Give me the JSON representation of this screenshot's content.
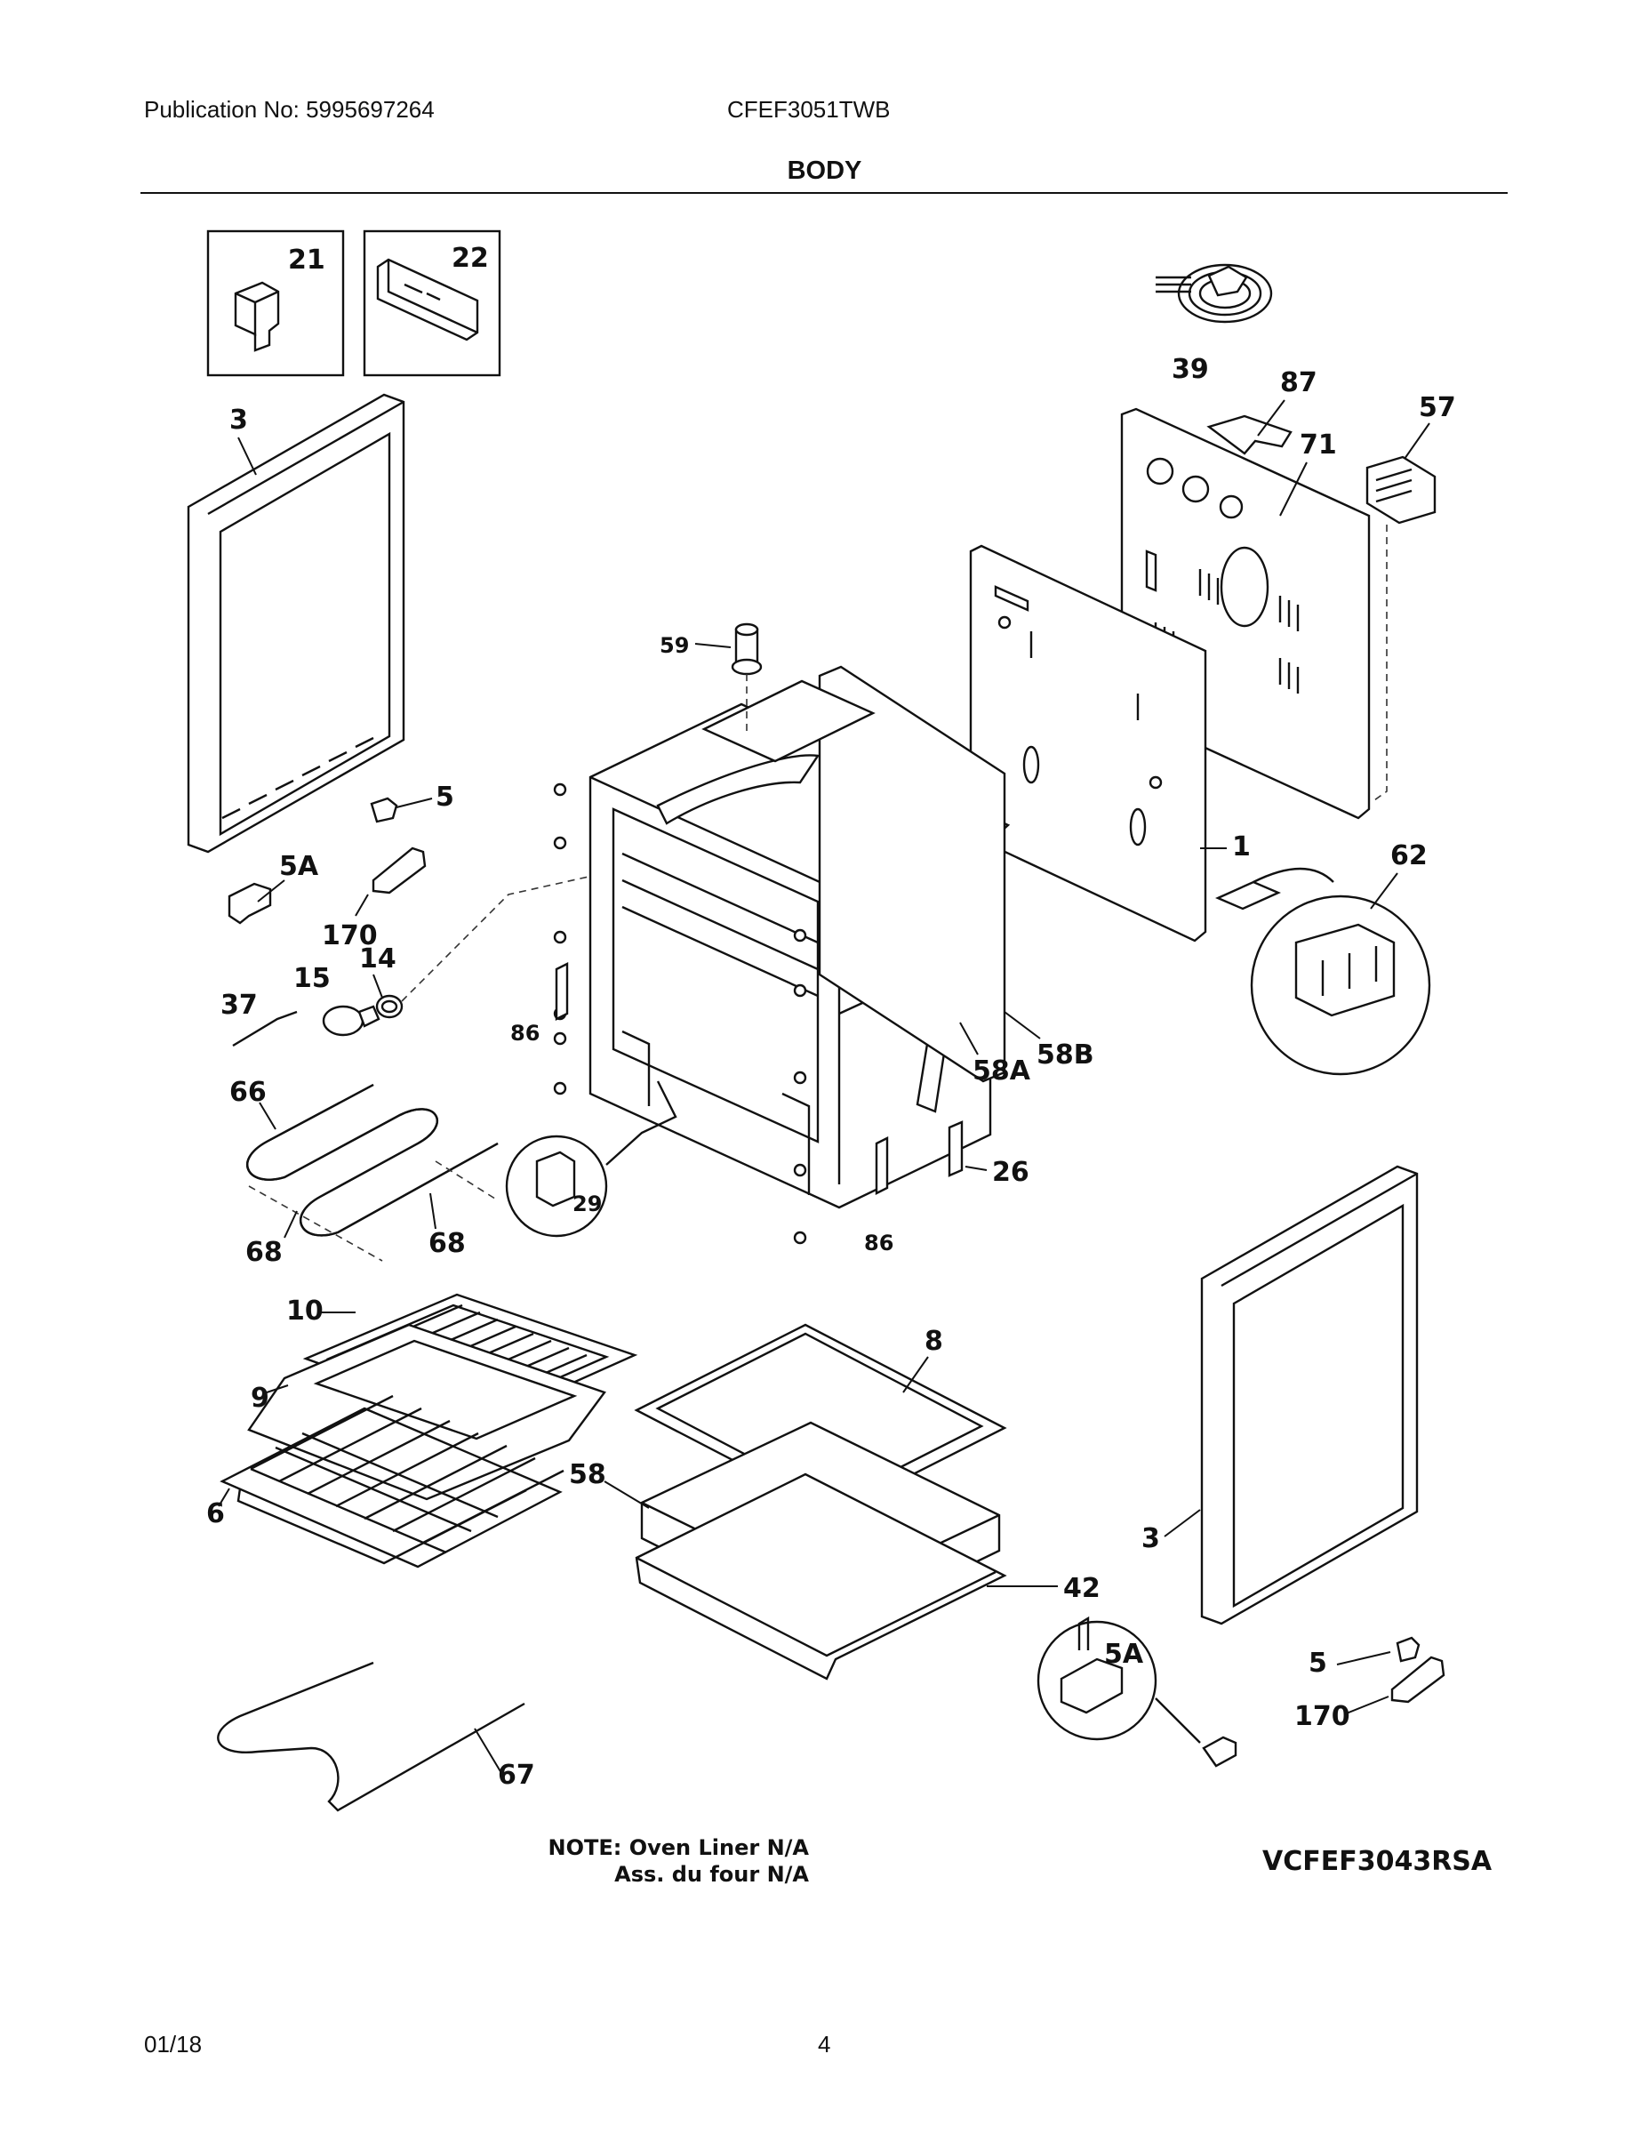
{
  "header": {
    "publication": "Publication No: 5995697264",
    "model": "CFEF3051TWB",
    "section_title": "BODY"
  },
  "callouts": {
    "c21": "21",
    "c22": "22",
    "c39": "39",
    "c87": "87",
    "c57": "57",
    "c71": "71",
    "c3a": "3",
    "c59": "59",
    "c5a": "5",
    "c5A_a": "5A",
    "c170a": "170",
    "c1": "1",
    "c62": "62",
    "c14": "14",
    "c15": "15",
    "c37": "37",
    "c86a": "86",
    "c58A": "58A",
    "c58B": "58B",
    "c66": "66",
    "c29": "29",
    "c26": "26",
    "c68a": "68",
    "c68b": "68",
    "c86b": "86",
    "c10": "10",
    "c8": "8",
    "c9": "9",
    "c58": "58",
    "c6": "6",
    "c3b": "3",
    "c42": "42",
    "c5A_b": "5A",
    "c5b": "5",
    "c170b": "170",
    "c67": "67"
  },
  "notes": {
    "line1": "NOTE: Oven Liner N/A",
    "line2": "Ass. du four N/A",
    "drawing_code": "VCFEF3043RSA"
  },
  "footer": {
    "date": "01/18",
    "page": "4"
  }
}
